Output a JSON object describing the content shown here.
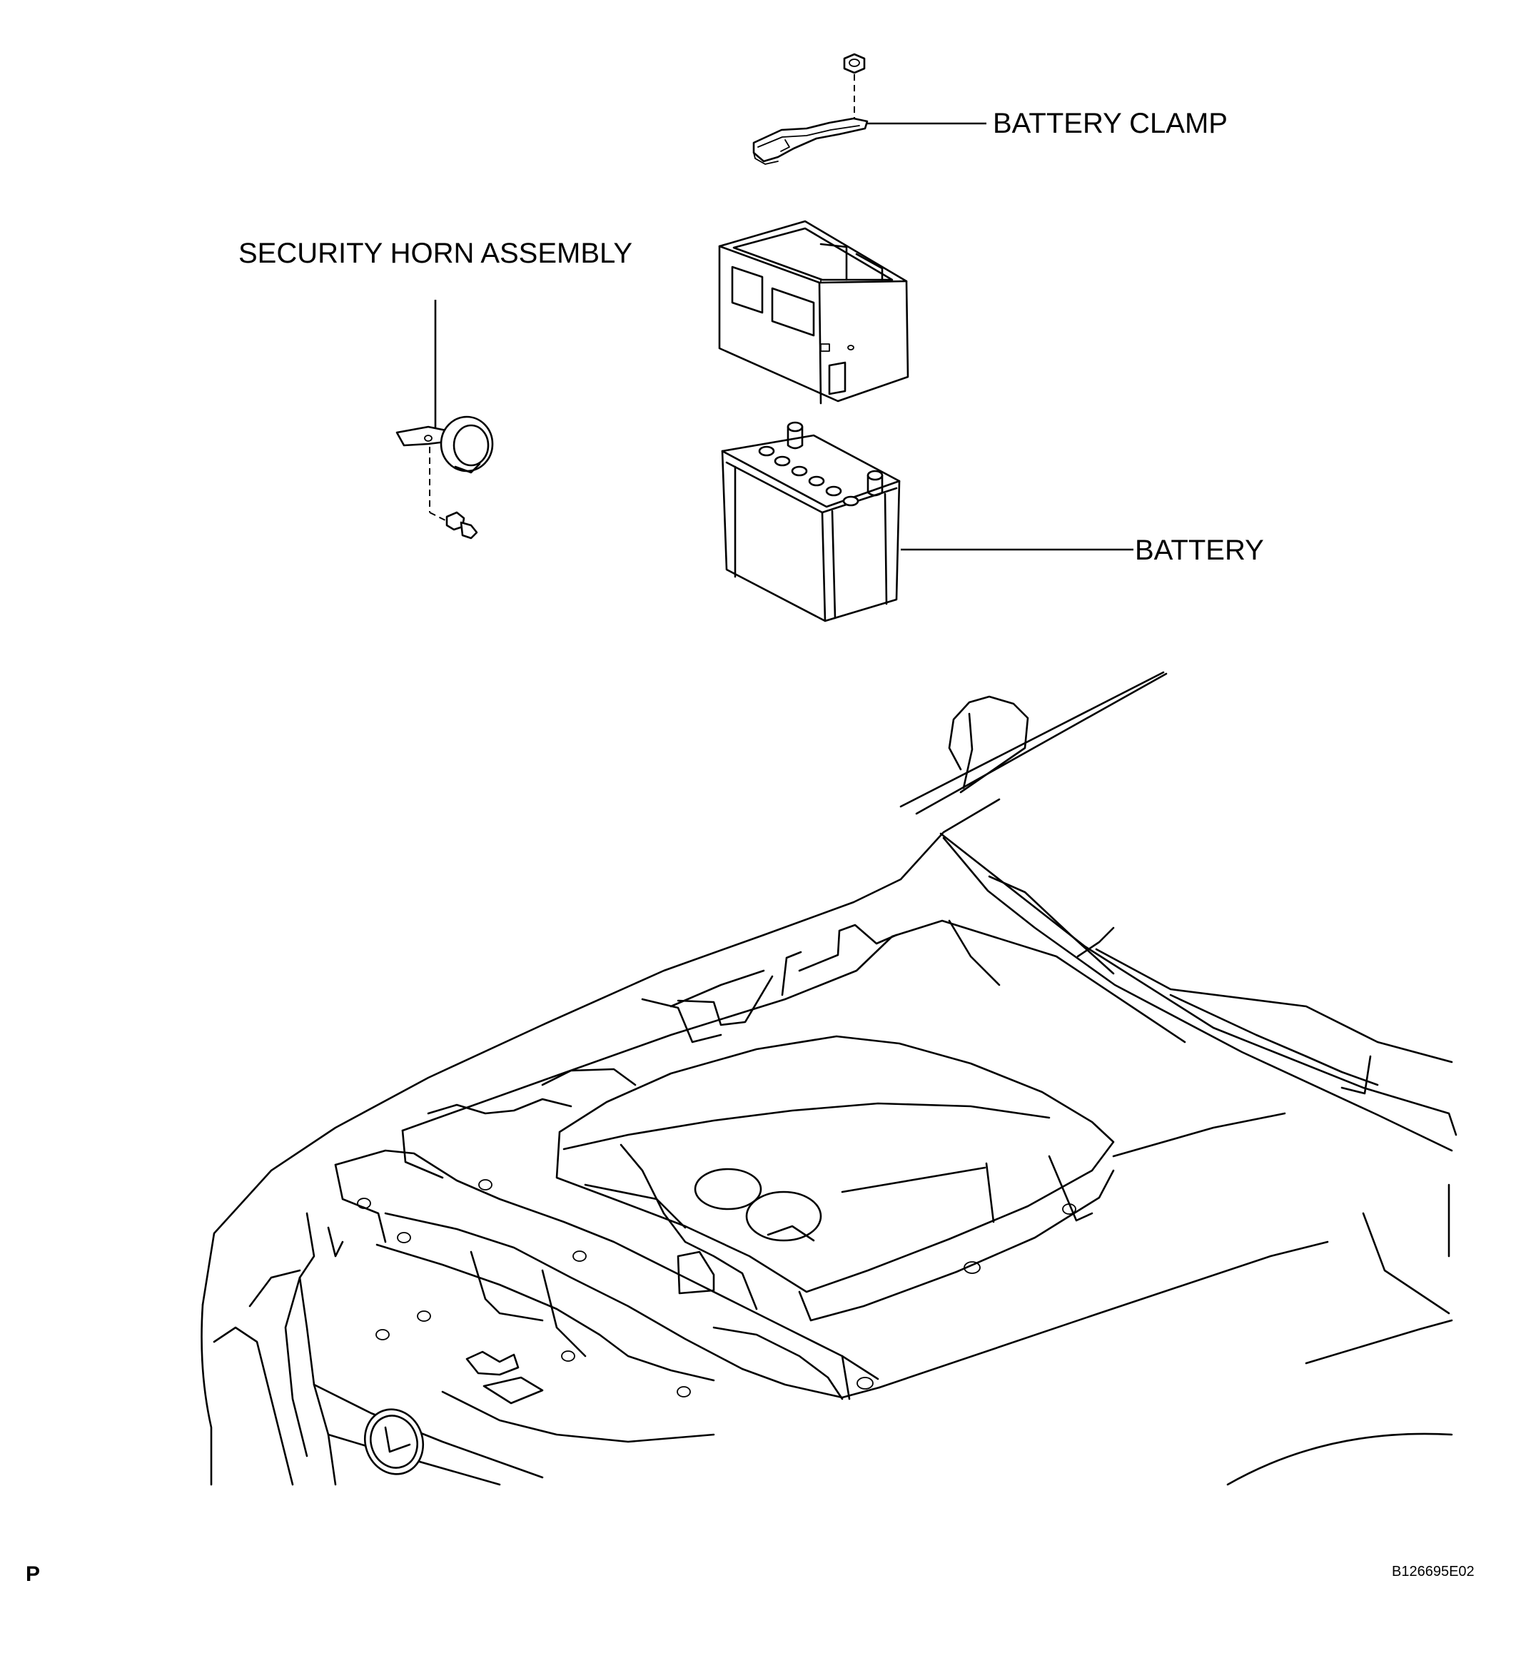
{
  "labels": {
    "battery_clamp": "BATTERY CLAMP",
    "security_horn_assembly": "SECURITY HORN ASSEMBLY",
    "battery": "BATTERY"
  },
  "footer": {
    "page_marker": "P",
    "figure_id": "B126695E02"
  },
  "parts": [
    "battery-clamp-nut-icon",
    "battery-clamp-icon",
    "battery-box-icon",
    "battery-icon",
    "security-horn-icon",
    "horn-bolt-icon",
    "vehicle-engine-bay-icon"
  ]
}
